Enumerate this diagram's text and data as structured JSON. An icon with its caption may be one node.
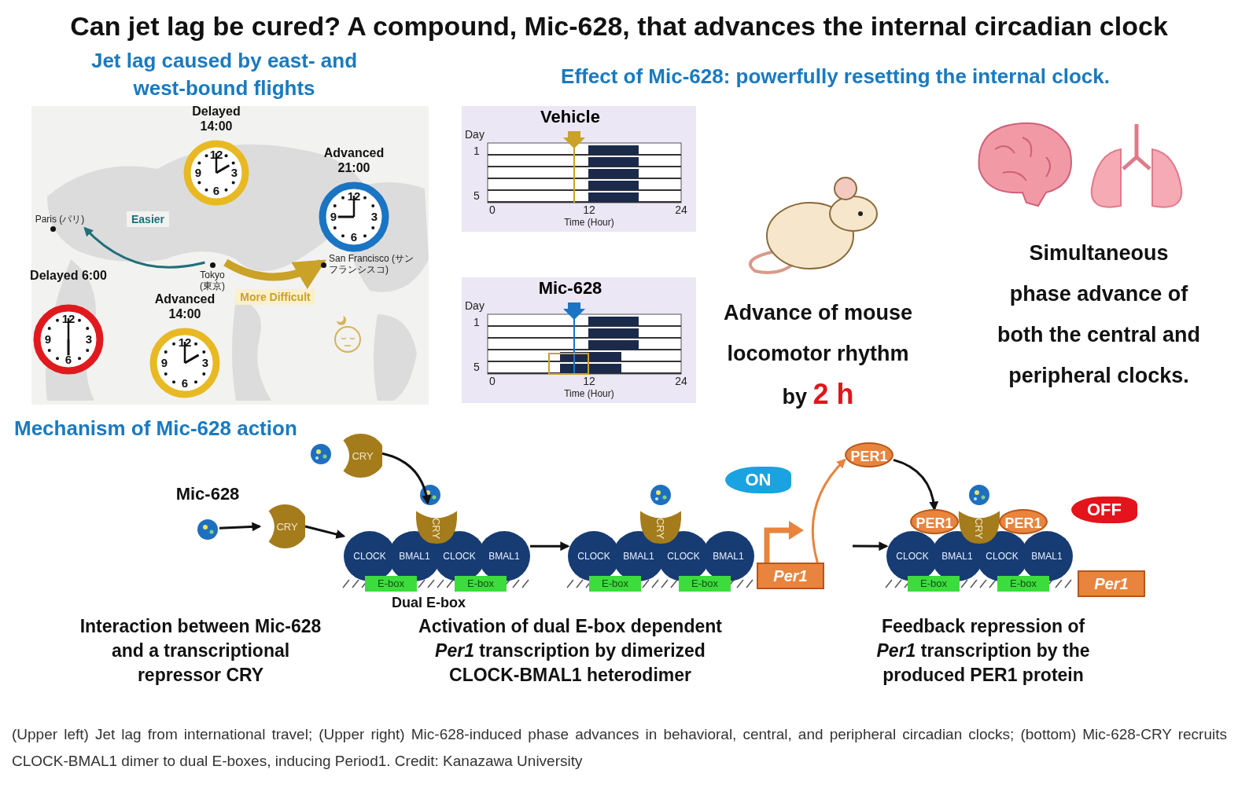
{
  "diagram": {
    "title": "Can jet lag be cured? A compound, Mic-628, that advances the internal circadian clock",
    "caption": "(Upper left) Jet lag from international travel; (Upper right) Mic-628-induced phase advances in behavioral, central, and peripheral circadian clocks; (bottom) Mic-628-CRY recruits CLOCK-BMAL1 dimer to dual E-boxes, inducing Period1. Credit: Kanazawa University",
    "nodes": [
      {
        "text": [
          "Delayed 14:00",
          "12",
          "3",
          "6",
          "9"
        ]
      },
      {
        "text": [
          "Advanced 21:00",
          "12",
          "3",
          "6",
          "9"
        ]
      },
      {
        "text": [
          "Delayed 6:00",
          "12",
          "3",
          "6",
          "9"
        ]
      },
      {
        "text": [
          "Advanced 14:00",
          "12",
          "3",
          "6",
          "9"
        ]
      },
      {
        "text": [
          "Paris (パリ)"
        ]
      },
      {
        "text": [
          "Tokyo (東京)"
        ]
      },
      {
        "text": [
          "San Francisco (サンフランシスコ)"
        ]
      },
      {
        "text": [
          "Mic-628"
        ]
      },
      {
        "text": [
          "CRY"
        ]
      },
      {
        "text": [
          "CRY"
        ]
      },
      {
        "text": [
          "CRY"
        ]
      },
      {
        "text": [
          "CLOCK"
        ]
      },
      {
        "text": [
          "BMAL1"
        ]
      },
      {
        "text": [
          "CLOCK"
        ]
      },
      {
        "text": [
          "BMAL1"
        ]
      },
      {
        "text": [
          "E-box"
        ]
      },
      {
        "text": [
          "E-box"
        ]
      },
      {
        "text": [
          "CRY"
        ]
      },
      {
        "text": [
          "CLOCK"
        ]
      },
      {
        "text": [
          "BMAL1"
        ]
      },
      {
        "text": [
          "CLOCK"
        ]
      },
      {
        "text": [
          "BMAL1"
        ]
      },
      {
        "text": [
          "E-box"
        ]
      },
      {
        "text": [
          "E-box"
        ]
      },
      {
        "text": [
          "Per1"
        ]
      },
      {
        "text": [
          "ON"
        ]
      },
      {
        "text": [
          "PER1"
        ]
      },
      {
        "text": [
          "PER1"
        ]
      },
      {
        "text": [
          "CRY"
        ]
      },
      {
        "text": [
          "PER1"
        ]
      },
      {
        "text": [
          "CLOCK"
        ]
      },
      {
        "text": [
          "BMAL1"
        ]
      },
      {
        "text": [
          "CLOCK"
        ]
      },
      {
        "text": [
          "BMAL1"
        ]
      },
      {
        "text": [
          "E-box"
        ]
      },
      {
        "text": [
          "E-box"
        ]
      },
      {
        "text": [
          "Per1"
        ]
      },
      {
        "text": [
          "OFF"
        ]
      }
    ],
    "edges": [
      {
        "from": 5,
        "to": 4,
        "arrow": "to",
        "label": "Easier",
        "color": "#1f6f78"
      },
      {
        "from": 5,
        "to": 6,
        "arrow": "to",
        "label": "More Difficult",
        "style": "thick",
        "color": "#c9a227"
      },
      {
        "from": 7,
        "to": 8,
        "arrow": "to"
      },
      {
        "from": 8,
        "to": 11,
        "arrow": "to"
      },
      {
        "from": 9,
        "to": 10,
        "arrow": "to"
      },
      {
        "from": 14,
        "to": 18,
        "arrow": "to"
      },
      {
        "from": 24,
        "to": 26,
        "arrow": "to",
        "color": "#e8843d"
      },
      {
        "from": 26,
        "to": 27,
        "arrow": "to"
      },
      {
        "from": null,
        "to": 30,
        "arrow": "to"
      }
    ],
    "labels": [
      "Jet lag caused by east- and west-bound flights",
      "Effect of Mic-628: powerfully resetting the internal clock.",
      "Vehicle",
      "Day",
      "1",
      "5",
      "0",
      "12",
      "24",
      "Time (Hour)",
      "Mic-628",
      "Day",
      "1",
      "5",
      "0",
      "12",
      "24",
      "Time (Hour)",
      "Advance of mouse locomotor rhythm by **2 h**",
      "Simultaneous phase advance of both the central and peripheral clocks.",
      "Mechanism of Mic-628 action",
      "Dual E-box",
      "Interaction between Mic-628 and a transcriptional repressor CRY",
      "Activation of dual E-box dependent *Per1* transcription by dimerized CLOCK-BMAL1 heterodimer",
      "Feedback repression of *Per1* transcription by the produced PER1 protein"
    ]
  }
}
